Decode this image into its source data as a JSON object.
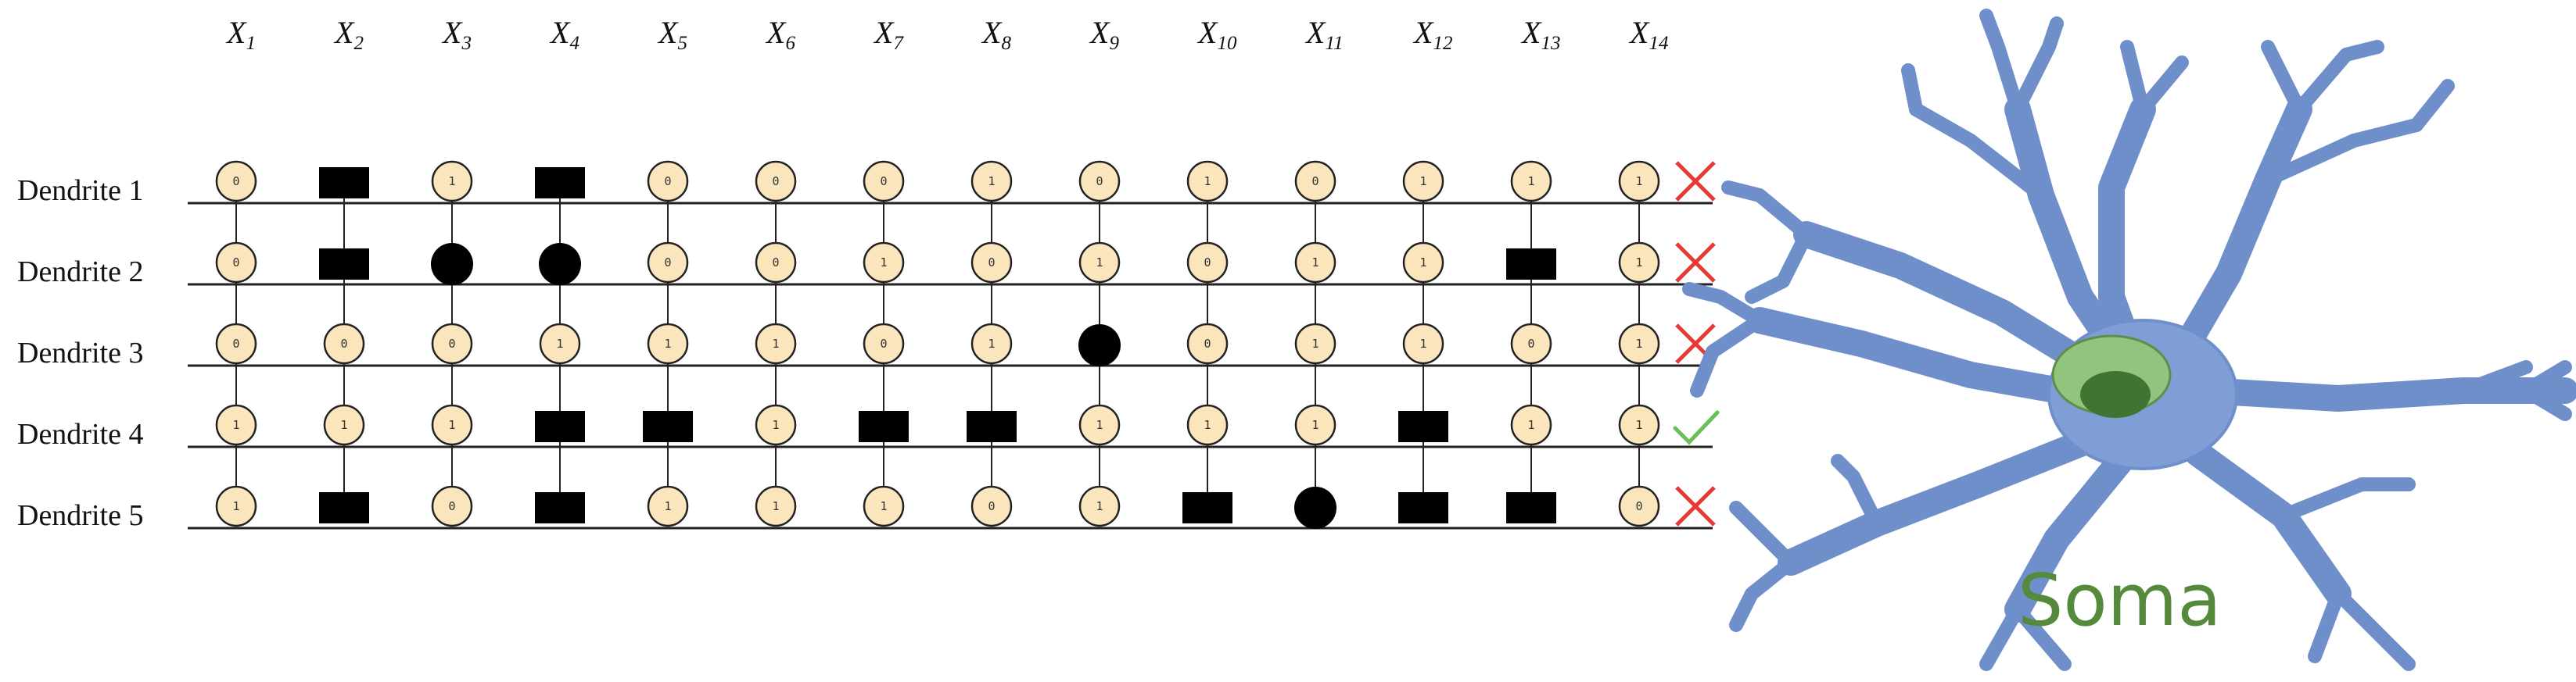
{
  "columns": [
    "1",
    "2",
    "3",
    "4",
    "5",
    "6",
    "7",
    "8",
    "9",
    "10",
    "11",
    "12",
    "13",
    "14"
  ],
  "variable_prefix": "X",
  "dendrites": [
    {
      "label": "Dendrite 1",
      "cells": [
        "0",
        "sq",
        "1",
        "sq",
        "0",
        "0",
        "0",
        "1",
        "0",
        "1",
        "0",
        "1",
        "1",
        "1"
      ],
      "result": "cross"
    },
    {
      "label": "Dendrite 2",
      "cells": [
        "0",
        "sq",
        "dot",
        "dot",
        "0",
        "0",
        "1",
        "0",
        "1",
        "0",
        "1",
        "1",
        "sq",
        "1"
      ],
      "result": "cross"
    },
    {
      "label": "Dendrite 3",
      "cells": [
        "0",
        "0",
        "0",
        "1",
        "1",
        "1",
        "0",
        "1",
        "dot",
        "0",
        "1",
        "1",
        "0",
        "1"
      ],
      "result": "cross"
    },
    {
      "label": "Dendrite 4",
      "cells": [
        "1",
        "1",
        "1",
        "sq",
        "sq",
        "1",
        "sq",
        "sq",
        "1",
        "1",
        "1",
        "sq",
        "1",
        "1"
      ],
      "result": "check"
    },
    {
      "label": "Dendrite 5",
      "cells": [
        "1",
        "sq",
        "0",
        "sq",
        "1",
        "1",
        "1",
        "0",
        "1",
        "sq",
        "dot",
        "sq",
        "sq",
        "0"
      ],
      "result": "cross"
    }
  ],
  "legend": {
    "sq": "black-square",
    "dot": "black-circle",
    "digit": "cream-circle-with-digit"
  },
  "colors": {
    "cream": "#FBE5BD",
    "neuron": "#7F9ED6",
    "neuron_outline": "#5E7FBF",
    "nucleus": "#93C47D",
    "nucleolus": "#3F7532",
    "soma_text": "#558A3C",
    "cross": "#E53935",
    "check": "#6BBF59"
  },
  "neuron": {
    "label": "Soma"
  }
}
